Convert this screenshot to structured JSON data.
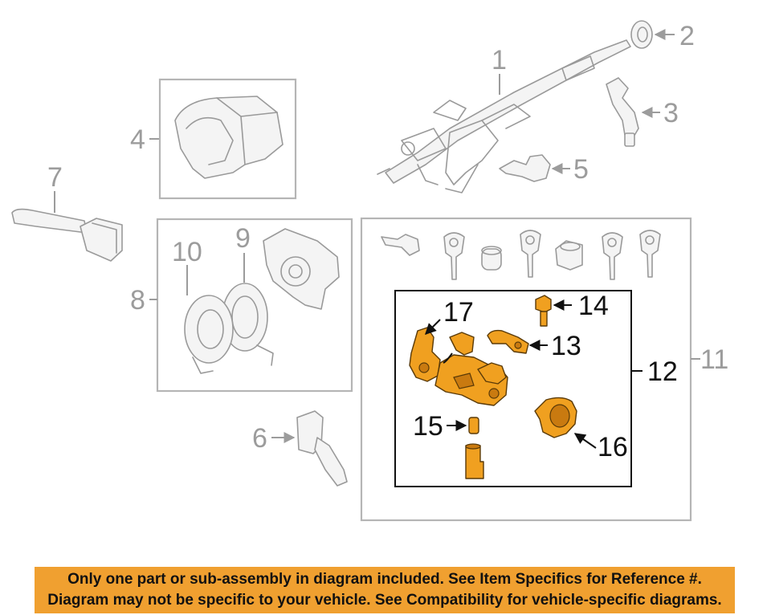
{
  "callouts": {
    "c1": "1",
    "c2": "2",
    "c3": "3",
    "c4": "4",
    "c5": "5",
    "c6": "6",
    "c7": "7",
    "c8": "8",
    "c9": "9",
    "c10": "10",
    "c11": "11",
    "c12": "12",
    "c13": "13",
    "c14": "14",
    "c15": "15",
    "c16": "16",
    "c17": "17"
  },
  "banner": {
    "line1": "Only one part or sub-assembly in diagram included. See Item Specifics for Reference #.",
    "line2": "Diagram may not be specific to your vehicle. See Compatibility for vehicle-specific diagrams."
  },
  "colors": {
    "highlight": "#f0a020",
    "banner": "#f0a030",
    "part_outline": "#9a9a9a"
  }
}
